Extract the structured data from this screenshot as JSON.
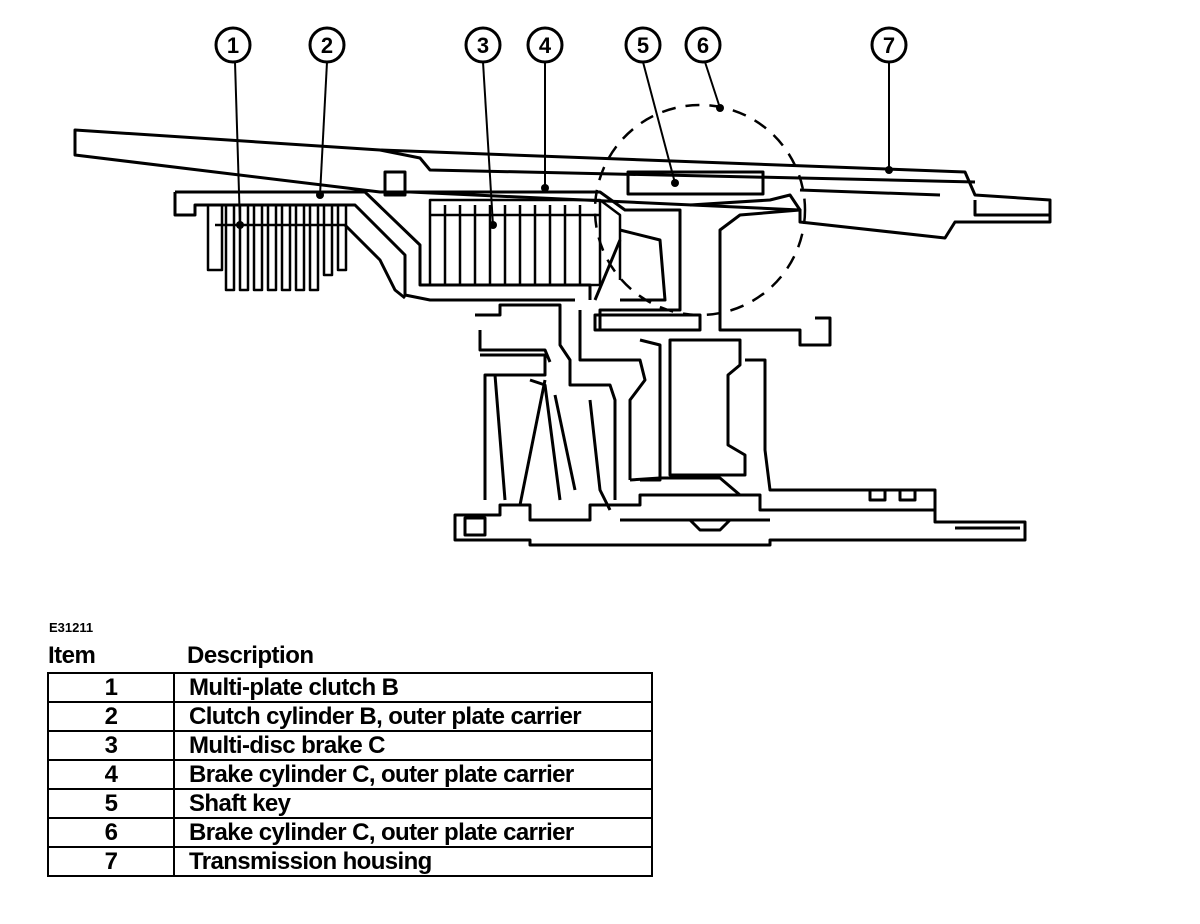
{
  "figure_id": "E31211",
  "callouts": [
    "1",
    "2",
    "3",
    "4",
    "5",
    "6",
    "7"
  ],
  "table": {
    "header_item": "Item",
    "header_description": "Description",
    "rows": [
      {
        "item": "1",
        "description": "Multi-plate clutch B"
      },
      {
        "item": "2",
        "description": "Clutch cylinder B, outer plate carrier"
      },
      {
        "item": "3",
        "description": "Multi-disc brake C"
      },
      {
        "item": "4",
        "description": "Brake cylinder C, outer plate carrier"
      },
      {
        "item": "5",
        "description": "Shaft key"
      },
      {
        "item": "6",
        "description": "Brake cylinder C, outer plate carrier"
      },
      {
        "item": "7",
        "description": "Transmission housing"
      }
    ]
  }
}
